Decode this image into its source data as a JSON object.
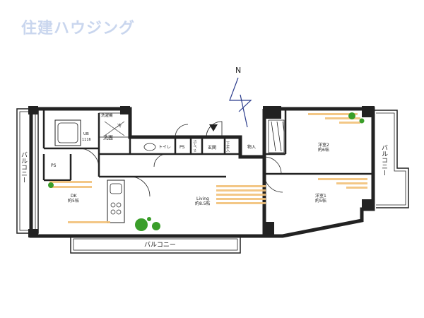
{
  "brand": {
    "name": "住建ハウジング",
    "color": "#c9d6ee"
  },
  "compass": {
    "label": "N"
  },
  "rooms": {
    "ldk": {
      "name": "Living",
      "size": "約8.5帖"
    },
    "dk": {
      "name": "DK",
      "size": "約5帖"
    },
    "western2": {
      "name": "洋室2",
      "size": "約6帖"
    },
    "western1": {
      "name": "洋室1",
      "size": "約5帖"
    },
    "washroom": {
      "name": "洗面"
    },
    "bath": {
      "name": "UB",
      "size": "1116"
    },
    "toilet": {
      "name": "トイレ"
    },
    "entrance": {
      "name": "玄関"
    },
    "shoebox": {
      "name": "下足入"
    },
    "storage": {
      "name": "物入"
    },
    "ps_upper": {
      "name": "PS"
    },
    "ps_left": {
      "name": "PS"
    },
    "washer": {
      "name": "洗濯機"
    },
    "cupboard": {
      "name": "冷"
    },
    "cabinet": {
      "name": "ｸﾛｰｾﾞｯﾄ"
    }
  },
  "balconies": {
    "left": "バルコニー",
    "right": "バルコニー",
    "bottom": "バルコニー"
  },
  "colors": {
    "wall": "#222222",
    "floor_mark": "#f2c27a",
    "plant": "#3a9e2a"
  }
}
